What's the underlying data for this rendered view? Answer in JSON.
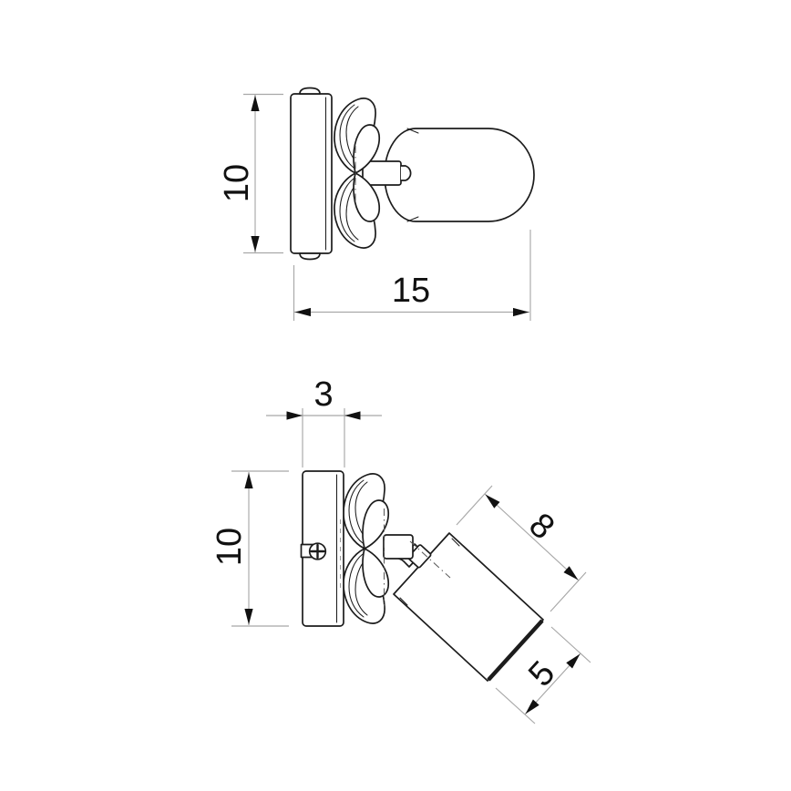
{
  "drawing": {
    "front_view": {
      "height": "10",
      "width": "15"
    },
    "side_view": {
      "depth": "3",
      "height": "10",
      "head_length": "8",
      "head_diameter": "5"
    }
  },
  "colors": {
    "background": "#ffffff",
    "object_line": "#1c1c1c",
    "dimension_line": "#a8a8a8",
    "text": "#111111"
  }
}
